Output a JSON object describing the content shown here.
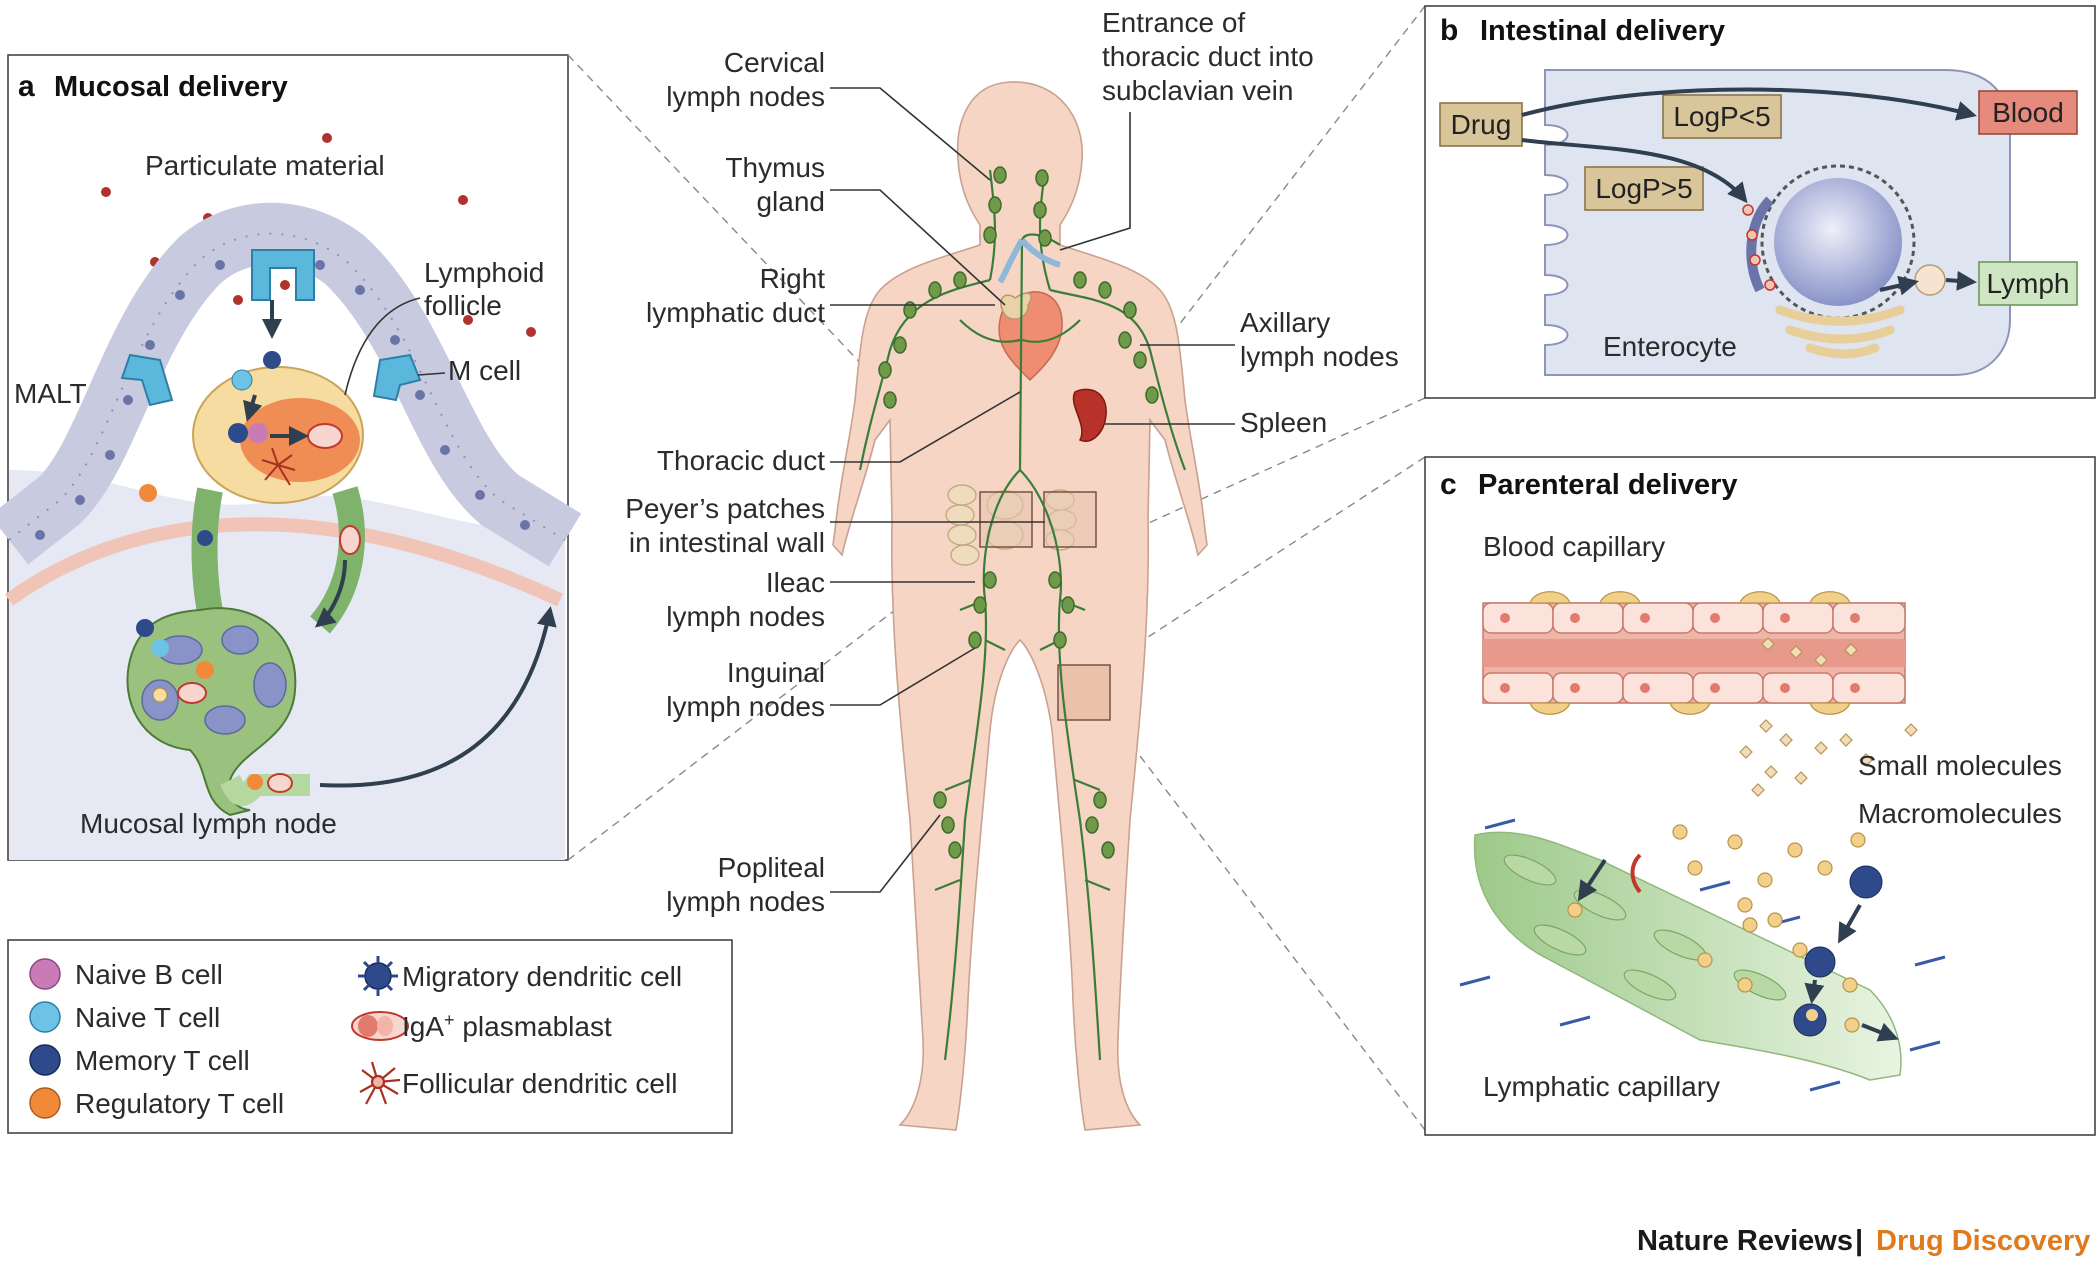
{
  "panel_a": {
    "letter": "a",
    "title": "Mucosal delivery",
    "labels": {
      "particulate": "Particulate material",
      "lymphoid_line1": "Lymphoid",
      "lymphoid_line2": "follicle",
      "m_cell": "M cell",
      "malt": "MALT",
      "mucosal_node": "Mucosal lymph node"
    }
  },
  "body": {
    "left_labels": [
      {
        "l1": "Cervical",
        "l2": "lymph nodes"
      },
      {
        "l1": "Thymus",
        "l2": "gland"
      },
      {
        "l1": "Right",
        "l2": "lymphatic duct"
      },
      {
        "l1": "Thoracic duct",
        "l2": ""
      },
      {
        "l1": "Peyer’s patches",
        "l2": "in intestinal wall"
      },
      {
        "l1": "Ileac",
        "l2": "lymph nodes"
      },
      {
        "l1": "Inguinal",
        "l2": "lymph nodes"
      },
      {
        "l1": "Popliteal",
        "l2": "lymph nodes"
      }
    ],
    "right_labels": {
      "entrance_l1": "Entrance of",
      "entrance_l2": "thoracic duct into",
      "entrance_l3": "subclavian vein",
      "axillary_l1": "Axillary",
      "axillary_l2": "lymph nodes",
      "spleen": "Spleen"
    }
  },
  "panel_b": {
    "letter": "b",
    "title": "Intestinal delivery",
    "drug": "Drug",
    "logp_low": "LogP<5",
    "logp_high": "LogP>5",
    "blood": "Blood",
    "lymph": "Lymph",
    "enterocyte": "Enterocyte"
  },
  "panel_c": {
    "letter": "c",
    "title": "Parenteral delivery",
    "blood_capillary": "Blood capillary",
    "small_molecules": "Small molecules",
    "macromolecules": "Macromolecules",
    "lymphatic_capillary": "Lymphatic capillary"
  },
  "legend": {
    "items": [
      {
        "label": "Naive B cell",
        "icon": "naive-b-cell-icon",
        "color": "#c97bb8"
      },
      {
        "label": "Naive T cell",
        "icon": "naive-t-cell-icon",
        "color": "#6cc3e6"
      },
      {
        "label": "Memory T cell",
        "icon": "memory-t-cell-icon",
        "color": "#2f4a8a"
      },
      {
        "label": "Regulatory T cell",
        "icon": "regulatory-t-cell-icon",
        "color": "#f08a3a"
      },
      {
        "label": "Migratory dendritic cell",
        "icon": "migratory-dendritic-cell-icon",
        "color": "#2f4a8a"
      },
      {
        "label": "IgA",
        "sup": "+",
        "label_rest": " plasmablast",
        "icon": "iga-plasmablast-icon",
        "color": "#e27a6e"
      },
      {
        "label": "Follicular dendritic cell",
        "icon": "follicular-dendritic-cell-icon",
        "color": "#c0392b"
      }
    ]
  },
  "footer": {
    "brand_left": "Nature Reviews",
    "separator": "|",
    "brand_right": "Drug Discovery"
  },
  "colors": {
    "skin": "#f6d5c4",
    "lymph_green": "#3a7d3a",
    "enterocyte_fill": "#dfe4f1",
    "drug_box": "#d9c59a",
    "blood_box": "#e58a7c",
    "lymph_box": "#cfe6c4",
    "brand_orange": "#e07a1a"
  }
}
